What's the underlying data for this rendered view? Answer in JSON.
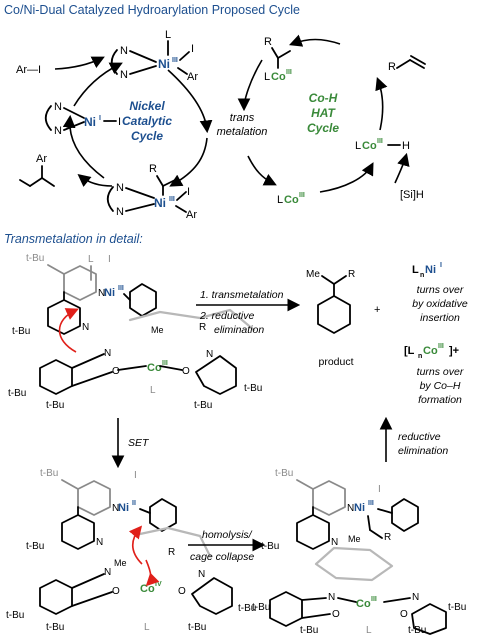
{
  "title": "Co/Ni-Dual Catalyzed Hydroarylation Proposed Cycle",
  "subtitle": "Transmetalation in detail:",
  "nickel_cycle": {
    "line1": "Nickel",
    "line2": "Catalytic",
    "line3": "Cycle"
  },
  "hat_cycle": {
    "line1": "Co-H",
    "line2": "HAT",
    "line3": "Cycle"
  },
  "transmetalation": {
    "line1": "trans",
    "line2": "metalation"
  },
  "species": {
    "ar_i": "Ar—I",
    "ni_iii_top": {
      "metal": "Ni",
      "ox": "III",
      "l": "L",
      "i": "I",
      "ar": "Ar",
      "n": "N"
    },
    "ni_i": {
      "metal": "Ni",
      "ox": "I",
      "i": "I",
      "n": "N"
    },
    "ni_iii_bottom": {
      "metal": "Ni",
      "ox": "III",
      "i": "I",
      "ar": "Ar",
      "r": "R",
      "n": "N"
    },
    "product_ar": "Ar",
    "co_alkyl": {
      "l": "L",
      "co": "Co",
      "ox": "III",
      "r": "R"
    },
    "alkene_r": "R",
    "co_h": {
      "l": "L",
      "co": "Co",
      "ox": "III",
      "h": "H"
    },
    "si_h": "[Si]H",
    "co_bottom": {
      "l": "L",
      "co": "Co",
      "ox": "III"
    }
  },
  "detail": {
    "tbu": "t-Bu",
    "step1": "1. transmetalation",
    "step2a": "2. reductive",
    "step2b": "elimination",
    "product_label": "product",
    "plus": "+",
    "lnni": {
      "l": "L",
      "n": "n",
      "ni": "Ni",
      "ox": "I"
    },
    "lnni_text": [
      "turns over",
      "by oxidative",
      "insertion"
    ],
    "lnco": {
      "open": "[L",
      "n": "n",
      "co": "Co",
      "ox": "III",
      "close": "]+"
    },
    "lnco_text": [
      "turns over",
      "by Co–H",
      "formation"
    ],
    "set": "SET",
    "homolysis": "homolysis/",
    "cage": "cage collapse",
    "reductive1": "reductive",
    "reductive2": "elimination",
    "co_iv": "IV",
    "ni_ii": "II",
    "ni_iii": "III",
    "co_iii": "III",
    "me": "Me",
    "r": "R",
    "n": "N",
    "o": "O",
    "l": "L",
    "i": "I",
    "ni": "Ni",
    "co": "Co"
  },
  "colors": {
    "nickel": "#1d4f8f",
    "cobalt": "#3a8a3a",
    "arrow_red": "#e0201a"
  }
}
